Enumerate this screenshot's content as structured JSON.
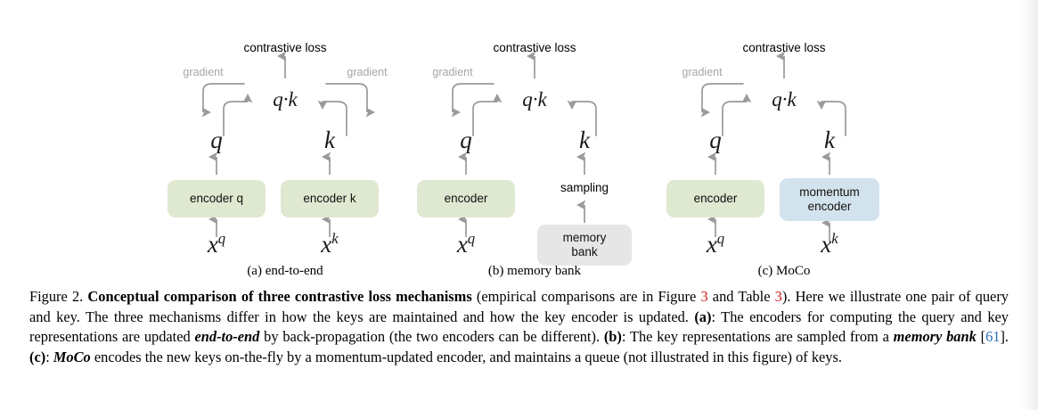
{
  "colors": {
    "encoder_green": "#dfe8d0",
    "momentum_blue": "#d3e3ed",
    "memory_gray": "#e6e6e6",
    "arrow_gray": "#9a9a9a",
    "gradient_text_gray": "#a6a6a6",
    "ref_red": "#d31a1a",
    "ref_blue": "#2a6ebb",
    "page_white": "#ffffff"
  },
  "figure": {
    "panels": [
      {
        "id": "a",
        "caption": "(a) end-to-end",
        "top_label": "contrastive loss",
        "dot_product": "q·k",
        "gradient_left": "gradient",
        "gradient_right": "gradient",
        "left": {
          "output": "q",
          "box": "encoder q",
          "input_base": "x",
          "input_sup": "q"
        },
        "right": {
          "output": "k",
          "box": "encoder k",
          "input_base": "x",
          "input_sup": "k"
        }
      },
      {
        "id": "b",
        "caption": "(b) memory bank",
        "top_label": "contrastive loss",
        "dot_product": "q·k",
        "gradient_left": "gradient",
        "left": {
          "output": "q",
          "box": "encoder",
          "input_base": "x",
          "input_sup": "q"
        },
        "right": {
          "output": "k",
          "mid_label": "sampling",
          "box_line1": "memory",
          "box_line2": "bank"
        }
      },
      {
        "id": "c",
        "caption": "(c) MoCo",
        "top_label": "contrastive loss",
        "dot_product": "q·k",
        "gradient_left": "gradient",
        "left": {
          "output": "q",
          "box": "encoder",
          "input_base": "x",
          "input_sup": "q"
        },
        "right": {
          "output": "k",
          "box_line1": "momentum",
          "box_line2": "encoder",
          "input_base": "x",
          "input_sup": "k"
        }
      }
    ]
  },
  "caption": {
    "figure_number": "Figure 2.",
    "title": "Conceptual comparison of three contrastive loss mechanisms",
    "seg_after_title": " (empirical comparisons are in Figure ",
    "ref_fig": "3",
    "seg_and_table": " and Table ",
    "ref_table": "3",
    "seg_here_we": "). Here we illustrate one pair of query and key. The three mechanisms differ in how the keys are maintained and how the key encoder is updated. ",
    "label_a": "(a)",
    "seg_a": ": The encoders for computing the query and key representations are updated ",
    "em_end_to_end": "end-to-end",
    "seg_a2": " by back-propagation (the two encoders can be different). ",
    "label_b": "(b)",
    "seg_b": ": The key representations are sampled from a ",
    "em_memory_bank": "memory bank",
    "seg_b2": " [",
    "ref_61": "61",
    "seg_b3": "]. ",
    "label_c": "(c)",
    "seg_c": ": ",
    "em_moco": "MoCo",
    "seg_c2": " encodes the new keys on-the-fly by a momentum-updated encoder, and maintains a queue (not illustrated in this figure) of keys."
  }
}
